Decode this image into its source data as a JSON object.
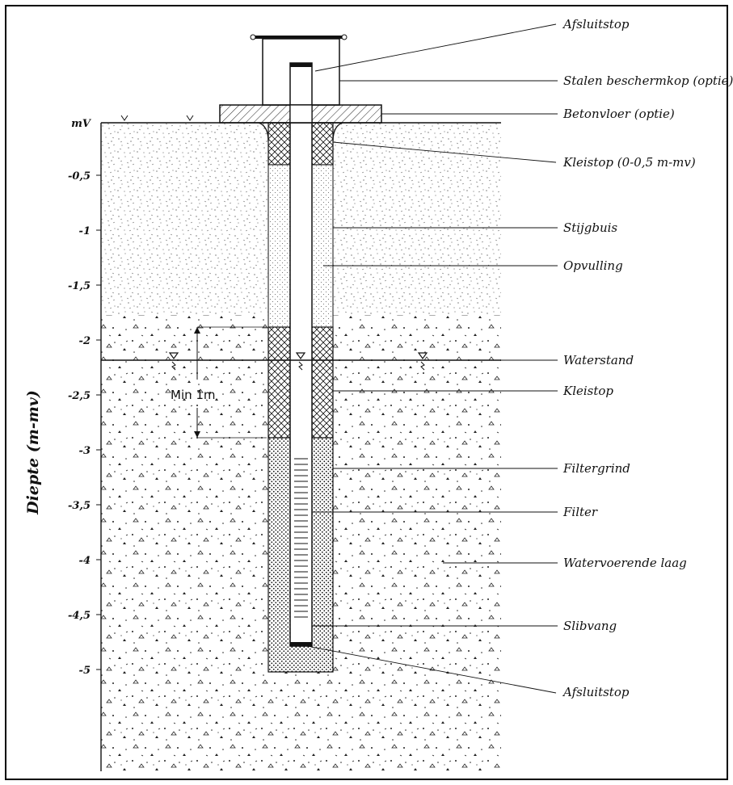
{
  "axis": {
    "title": "Diepte (m-mv)",
    "surface_label": "mV",
    "ticks": [
      "-0,5",
      "-1",
      "-1,5",
      "-2",
      "-2,5",
      "-3",
      "-3,5",
      "-4",
      "-4,5",
      "-5"
    ]
  },
  "annotation": {
    "min_label": "Min 1m"
  },
  "labels": [
    {
      "key": "afsluitstop_top",
      "text": "Afsluitstop"
    },
    {
      "key": "stalen_beschermkop",
      "text": "Stalen beschermkop (optie)"
    },
    {
      "key": "betonvloer",
      "text": "Betonvloer (optie)"
    },
    {
      "key": "kleistop_top",
      "text": "Kleistop (0-0,5 m-mv)"
    },
    {
      "key": "stijgbuis",
      "text": "Stijgbuis"
    },
    {
      "key": "opvulling",
      "text": "Opvulling"
    },
    {
      "key": "waterstand",
      "text": "Waterstand"
    },
    {
      "key": "kleistop",
      "text": "Kleistop"
    },
    {
      "key": "filtergrind",
      "text": "Filtergrind"
    },
    {
      "key": "filter",
      "text": "Filter"
    },
    {
      "key": "watervoerende_laag",
      "text": "Watervoerende laag"
    },
    {
      "key": "slibvang",
      "text": "Slibvang"
    },
    {
      "key": "afsluitstop_bottom",
      "text": "Afsluitstop"
    }
  ],
  "colors": {
    "ink": "#111111",
    "background": "#ffffff",
    "concrete": "#777777"
  }
}
